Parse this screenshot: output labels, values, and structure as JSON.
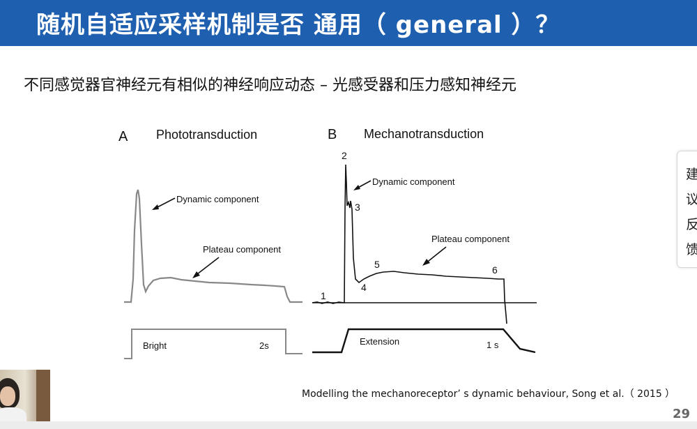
{
  "header": {
    "title": "随机自适应采样机制是否 通用（ general ）？"
  },
  "subtitle": "不同感觉器官神经元有相似的神经响应动态 – 光感受器和压力感知神经元",
  "figure": {
    "panel_a": {
      "letter": "A",
      "title": "Phototransduction",
      "dynamic_label": "Dynamic component",
      "plateau_label": "Plateau component",
      "stimulus_label": "Bright",
      "duration_label": "2s"
    },
    "panel_b": {
      "letter": "B",
      "title": "Mechanotransduction",
      "dynamic_label": "Dynamic component",
      "plateau_label": "Plateau component",
      "stimulus_label": "Extension",
      "duration_label": "1 s",
      "points": [
        "1",
        "2",
        "3",
        "4",
        "5",
        "6"
      ]
    }
  },
  "citation": "Modelling the mechanoreceptor’ s dynamic behaviour, Song et al.（ 2015 ）",
  "page_number": "29",
  "side_panel": {
    "chars": [
      "建",
      "议",
      "反",
      "馈"
    ]
  },
  "colors": {
    "header_bg": "#1f5fb0",
    "trace_a": "#888888",
    "trace_b": "#111111"
  }
}
